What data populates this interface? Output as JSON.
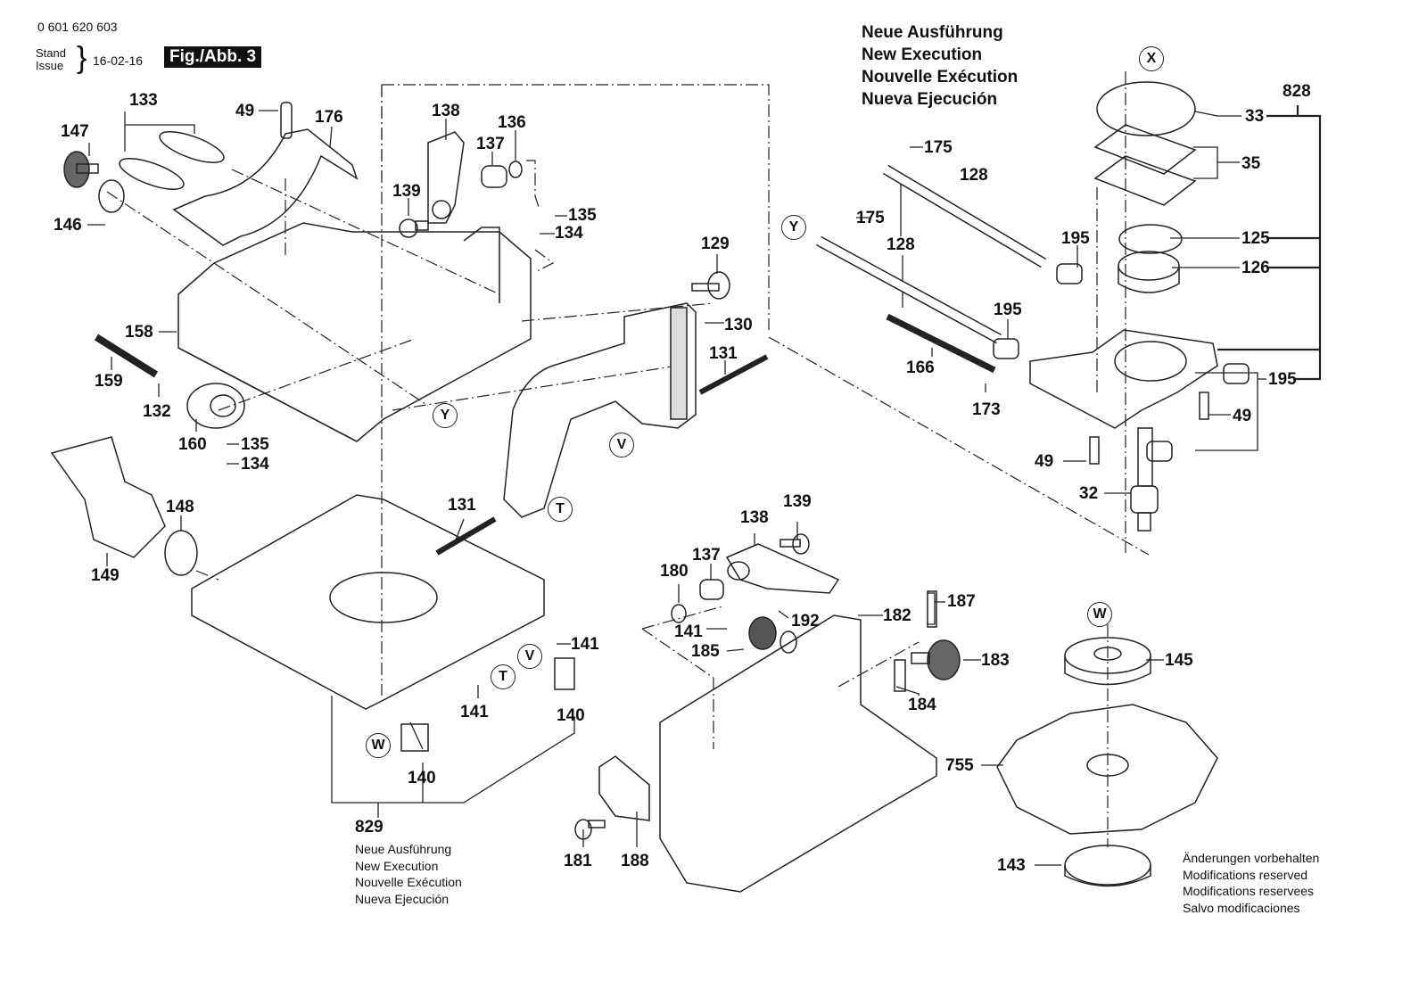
{
  "header": {
    "part_number": "0 601 620 603",
    "stand_label": "Stand",
    "issue_label": "Issue",
    "date": "16-02-16",
    "figure": "Fig./Abb. 3"
  },
  "notes": {
    "new_execution_top": [
      "Neue Ausführung",
      "New Execution",
      "Nouvelle Exécution",
      "Nueva Ejecución"
    ],
    "new_execution_bottom": [
      "Neue Ausführung",
      "New Execution",
      "Nouvelle Exécution",
      "Nueva Ejecución"
    ],
    "modifications": [
      "Änderungen vorbehalten",
      "Modifications reserved",
      "Modifications reservees",
      "Salvo modificaciones"
    ]
  },
  "assemblies": {
    "top_right": "828",
    "bottom_left": "829"
  },
  "reference_markers": [
    "X",
    "Y",
    "Y",
    "V",
    "T",
    "W",
    "T",
    "V",
    "W"
  ],
  "part_labels": [
    {
      "id": "l133",
      "text": "133"
    },
    {
      "id": "l147",
      "text": "147"
    },
    {
      "id": "l49a",
      "text": "49"
    },
    {
      "id": "l176",
      "text": "176"
    },
    {
      "id": "l146",
      "text": "146"
    },
    {
      "id": "l138a",
      "text": "138"
    },
    {
      "id": "l136",
      "text": "136"
    },
    {
      "id": "l137a",
      "text": "137"
    },
    {
      "id": "l139a",
      "text": "139"
    },
    {
      "id": "l135a",
      "text": "135"
    },
    {
      "id": "l134a",
      "text": "134"
    },
    {
      "id": "l129",
      "text": "129"
    },
    {
      "id": "l130",
      "text": "130"
    },
    {
      "id": "l131a",
      "text": "131"
    },
    {
      "id": "l158",
      "text": "158"
    },
    {
      "id": "l159",
      "text": "159"
    },
    {
      "id": "l132",
      "text": "132"
    },
    {
      "id": "l160",
      "text": "160"
    },
    {
      "id": "l135b",
      "text": "135"
    },
    {
      "id": "l134b",
      "text": "134"
    },
    {
      "id": "l148",
      "text": "148"
    },
    {
      "id": "l149",
      "text": "149"
    },
    {
      "id": "l131b",
      "text": "131"
    },
    {
      "id": "l141a",
      "text": "141"
    },
    {
      "id": "l141b",
      "text": "141"
    },
    {
      "id": "l140a",
      "text": "140"
    },
    {
      "id": "l140b",
      "text": "140"
    },
    {
      "id": "l175a",
      "text": "175"
    },
    {
      "id": "l128a",
      "text": "128"
    },
    {
      "id": "l175b",
      "text": "175"
    },
    {
      "id": "l128b",
      "text": "128"
    },
    {
      "id": "l195a",
      "text": "195"
    },
    {
      "id": "l195b",
      "text": "195"
    },
    {
      "id": "l166",
      "text": "166"
    },
    {
      "id": "l173",
      "text": "173"
    },
    {
      "id": "l33",
      "text": "33"
    },
    {
      "id": "l35",
      "text": "35"
    },
    {
      "id": "l125",
      "text": "125"
    },
    {
      "id": "l126",
      "text": "126"
    },
    {
      "id": "l195c",
      "text": "195"
    },
    {
      "id": "l49b",
      "text": "49"
    },
    {
      "id": "l49c",
      "text": "49"
    },
    {
      "id": "l32",
      "text": "32"
    },
    {
      "id": "l139b",
      "text": "139"
    },
    {
      "id": "l138b",
      "text": "138"
    },
    {
      "id": "l137b",
      "text": "137"
    },
    {
      "id": "l180",
      "text": "180"
    },
    {
      "id": "l141c",
      "text": "141"
    },
    {
      "id": "l192",
      "text": "192"
    },
    {
      "id": "l185",
      "text": "185"
    },
    {
      "id": "l182",
      "text": "182"
    },
    {
      "id": "l187",
      "text": "187"
    },
    {
      "id": "l183",
      "text": "183"
    },
    {
      "id": "l184",
      "text": "184"
    },
    {
      "id": "l181",
      "text": "181"
    },
    {
      "id": "l188",
      "text": "188"
    },
    {
      "id": "l145",
      "text": "145"
    },
    {
      "id": "l755",
      "text": "755"
    },
    {
      "id": "l143",
      "text": "143"
    }
  ]
}
